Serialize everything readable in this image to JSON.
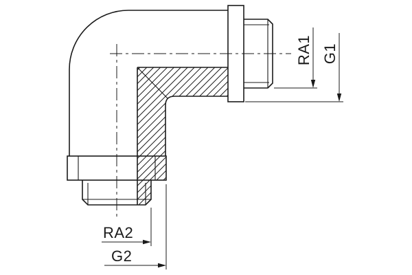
{
  "labels": {
    "ra1": "RA1",
    "g1": "G1",
    "ra2": "RA2",
    "g2": "G2"
  },
  "colors": {
    "line": "#1a1a1a",
    "background": "#ffffff"
  }
}
